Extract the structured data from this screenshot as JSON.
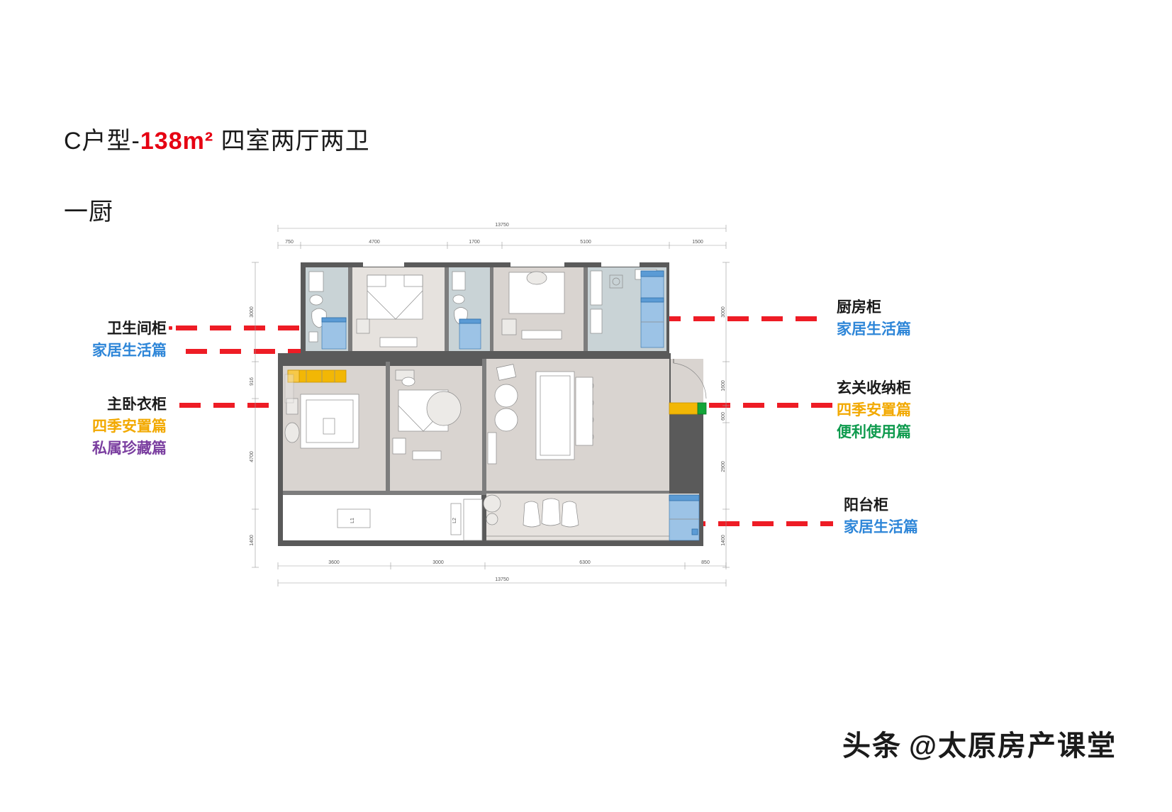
{
  "title": {
    "prefix": "C户型-",
    "area": "138m²",
    "suffix": " 四室两厅两卫",
    "line2": "一厨"
  },
  "annotations": {
    "left": [
      {
        "id": "bathroom-cabinet",
        "lines": [
          {
            "text": "卫生间柜",
            "color": "#1a1a1a"
          },
          {
            "text": "家居生活篇",
            "color": "#2e86d8"
          }
        ]
      },
      {
        "id": "master-wardrobe",
        "lines": [
          {
            "text": "主卧衣柜",
            "color": "#1a1a1a"
          },
          {
            "text": "四季安置篇",
            "color": "#f2a900"
          },
          {
            "text": "私属珍藏篇",
            "color": "#7b3fa0"
          }
        ]
      }
    ],
    "right": [
      {
        "id": "kitchen-cabinet",
        "lines": [
          {
            "text": "厨房柜",
            "color": "#1a1a1a"
          },
          {
            "text": "家居生活篇",
            "color": "#2e86d8"
          }
        ]
      },
      {
        "id": "entry-storage-cabinet",
        "lines": [
          {
            "text": "玄关收纳柜",
            "color": "#1a1a1a"
          },
          {
            "text": "四季安置篇",
            "color": "#f2a900"
          },
          {
            "text": "便利使用篇",
            "color": "#0f9b4e"
          }
        ]
      },
      {
        "id": "balcony-cabinet",
        "lines": [
          {
            "text": "阳台柜",
            "color": "#1a1a1a"
          },
          {
            "text": "家居生活篇",
            "color": "#2e86d8"
          }
        ]
      }
    ]
  },
  "floorplan": {
    "dimensions": {
      "top_total": "13750",
      "top_segments": [
        "750",
        "4700",
        "1700",
        "5100",
        "1500"
      ],
      "bottom_total": "13750",
      "bottom_segments": [
        "3600",
        "3000",
        "6300",
        "850"
      ],
      "left_segments": [
        "3000",
        "916",
        "4700",
        "1400"
      ],
      "right_segments": [
        "3000",
        "1600",
        "600",
        "2900",
        "1400"
      ]
    },
    "labels": {
      "balcony_tag_1": "L1",
      "balcony_tag_2": "L2"
    }
  },
  "colors": {
    "leader_red": "#ee1c25",
    "accent_red": "#e60012",
    "blue_cabinet": "#5b9bd5",
    "yellow_cabinet": "#f2b705",
    "green_cabinet": "#13a538",
    "wall_dark": "#5a5a5a",
    "room_fill": "#d9d4d0",
    "bath_fill": "#c9d3d6"
  },
  "watermark": {
    "logo": "头条",
    "handle": "@太原房产课堂"
  }
}
